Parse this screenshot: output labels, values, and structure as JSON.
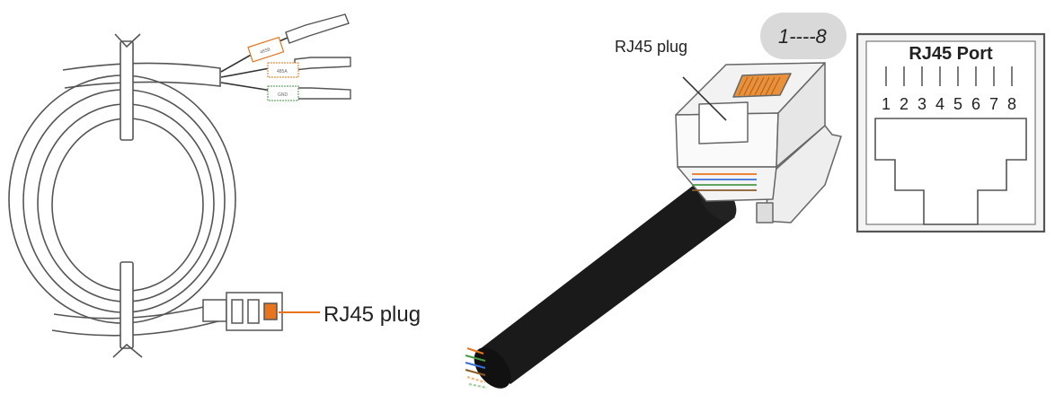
{
  "figure": {
    "cable_labels": {
      "wire_1": "485B",
      "wire_2": "485A",
      "wire_3": "GND"
    },
    "plug_label_left": "RJ45 plug",
    "plug_label_center": "RJ45 plug",
    "pin_range_badge": "1----8",
    "port": {
      "title": "RJ45 Port",
      "pins": [
        "1",
        "2",
        "3",
        "4",
        "5",
        "6",
        "7",
        "8"
      ]
    },
    "colors": {
      "line": "#555555",
      "orange_accent": "#e8741e",
      "green_accent": "#4a9a4a",
      "cable_black": "#1a1a1a",
      "badge_bg": "#d9d9d9",
      "port_bg": "#f4f4f4"
    }
  }
}
